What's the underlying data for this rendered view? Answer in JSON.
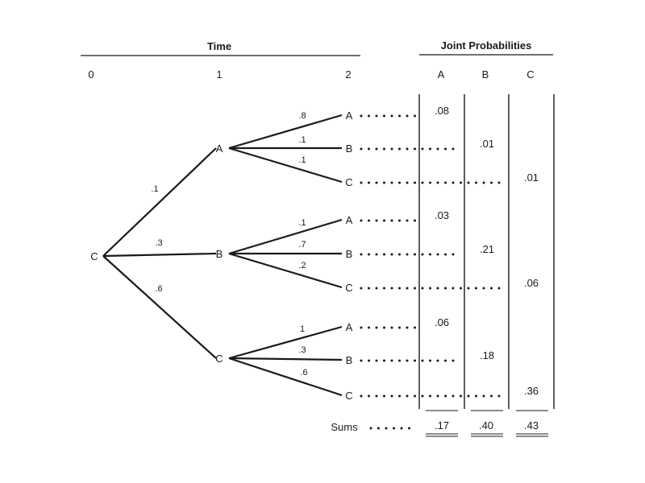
{
  "header": {
    "time_label": "Time",
    "joint_label": "Joint Probabilities"
  },
  "time_ticks": [
    "0",
    "1",
    "2"
  ],
  "joint_columns": [
    "A",
    "B",
    "C"
  ],
  "root": {
    "label": "C"
  },
  "branches": [
    {
      "label": "A",
      "prob": ".1",
      "children": [
        {
          "label": "A",
          "prob": ".8",
          "joint": ".08",
          "column": 0
        },
        {
          "label": "B",
          "prob": ".1",
          "joint": ".01",
          "column": 1
        },
        {
          "label": "C",
          "prob": ".1",
          "joint": ".01",
          "column": 2
        }
      ]
    },
    {
      "label": "B",
      "prob": ".3",
      "children": [
        {
          "label": "A",
          "prob": ".1",
          "joint": ".03",
          "column": 0
        },
        {
          "label": "B",
          "prob": ".7",
          "joint": ".21",
          "column": 1
        },
        {
          "label": "C",
          "prob": ".2",
          "joint": ".06",
          "column": 2
        }
      ]
    },
    {
      "label": "C",
      "prob": ".6",
      "children": [
        {
          "label": "A",
          "prob": "1",
          "joint": ".06",
          "column": 0
        },
        {
          "label": "B",
          "prob": ".3",
          "joint": ".18",
          "column": 1
        },
        {
          "label": "C",
          "prob": ".6",
          "joint": ".36",
          "column": 2
        }
      ]
    }
  ],
  "sums": {
    "label": "Sums",
    "values": [
      ".17",
      ".40",
      ".43"
    ]
  }
}
